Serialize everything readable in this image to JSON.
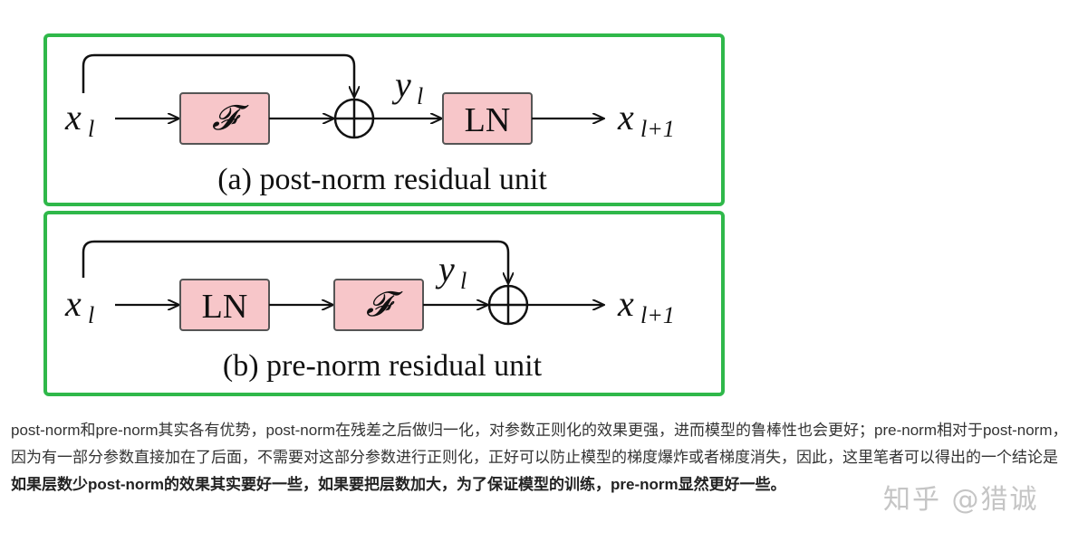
{
  "diagram_a": {
    "input": "x",
    "input_sub": "l",
    "function_box": "𝓕",
    "intermediate": "y",
    "intermediate_sub": "l",
    "norm_box": "LN",
    "output": "x",
    "output_sub": "l+1",
    "caption": "(a) post-norm residual unit"
  },
  "diagram_b": {
    "input": "x",
    "input_sub": "l",
    "norm_box": "LN",
    "function_box": "𝓕",
    "intermediate": "y",
    "intermediate_sub": "l",
    "output": "x",
    "output_sub": "l+1",
    "caption": "(b) pre-norm residual unit"
  },
  "article": {
    "part1": "post-norm和pre-norm其实各有优势，post-norm在残差之后做归一化，对参数正则化的效果更强，进而模型的鲁棒性也会更好；pre-norm相对于post-norm，因为有一部分参数直接加在了后面，不需要对这部分参数进行正则化，正好可以防止模型的梯度爆炸或者梯度消失，因此，这里笔者可以得出的一个结论是",
    "bold1": "如果层数少post-norm的效果其实要好一些，如果要把层数加大，为了保证模型的训练，pre-norm显然更好一些",
    "part2": "。"
  },
  "watermark": "知乎 @猎诚",
  "colors": {
    "border": "#2fb84a",
    "box_fill": "#f7c6c9",
    "box_stroke": "#555555"
  }
}
